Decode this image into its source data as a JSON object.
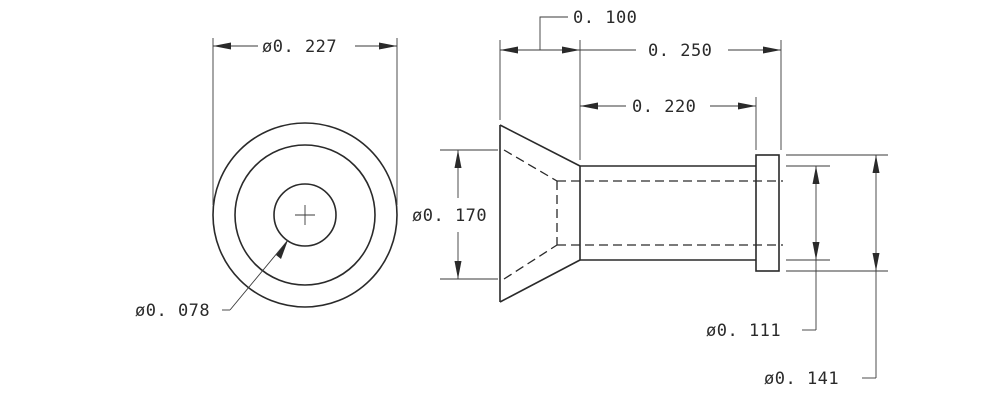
{
  "dimensions": {
    "d_227": "ø0. 227",
    "d_078": "ø0. 078",
    "d_100": "0. 100",
    "d_250": "0. 250",
    "d_220": "0. 220",
    "d_170": "ø0. 170",
    "d_111": "ø0. 111",
    "d_141": "ø0. 141"
  }
}
